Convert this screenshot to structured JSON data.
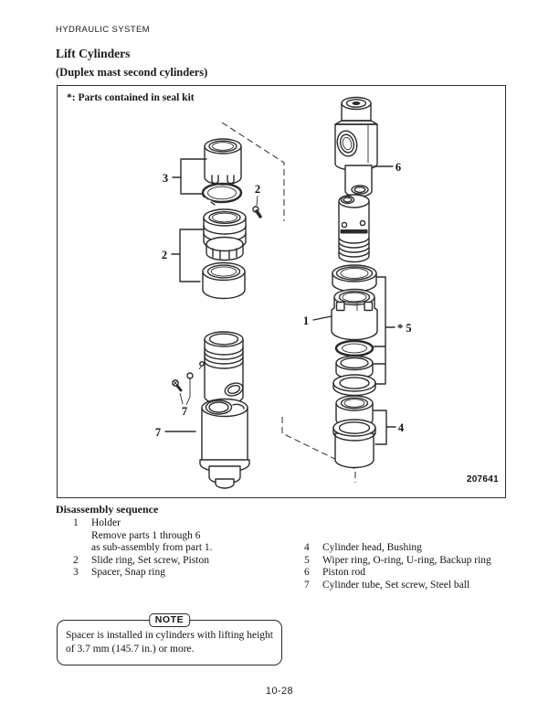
{
  "page": {
    "header": "HYDRAULIC SYSTEM",
    "title": "Lift Cylinders",
    "subtitle": "(Duplex mast second cylinders)",
    "page_number": "10-28"
  },
  "diagram": {
    "seal_kit_note": "*: Parts contained in seal kit",
    "figure_number": "207641",
    "callouts": [
      "3",
      "2",
      "2",
      "7",
      "7",
      "6",
      "1",
      "* 5",
      "4"
    ]
  },
  "disassembly": {
    "heading": "Disassembly sequence",
    "left_items": [
      {
        "num": "1",
        "text": "Holder"
      },
      {
        "num": "",
        "text": "Remove parts 1 through 6"
      },
      {
        "num": "",
        "text": "as sub-assembly from part 1."
      },
      {
        "num": "2",
        "text": "Slide ring, Set screw, Piston"
      },
      {
        "num": "3",
        "text": "Spacer, Snap ring"
      }
    ],
    "right_items": [
      {
        "num": "4",
        "text": "Cylinder head, Bushing"
      },
      {
        "num": "5",
        "text": "Wiper ring, O-ring, U-ring, Backup ring"
      },
      {
        "num": "6",
        "text": "Piston rod"
      },
      {
        "num": "7",
        "text": "Cylinder tube, Set screw, Steel ball"
      }
    ]
  },
  "note": {
    "label": "NOTE",
    "text": "Spacer is installed in cylinders with lifting height of 3.7 mm (145.7 in.) or more."
  }
}
